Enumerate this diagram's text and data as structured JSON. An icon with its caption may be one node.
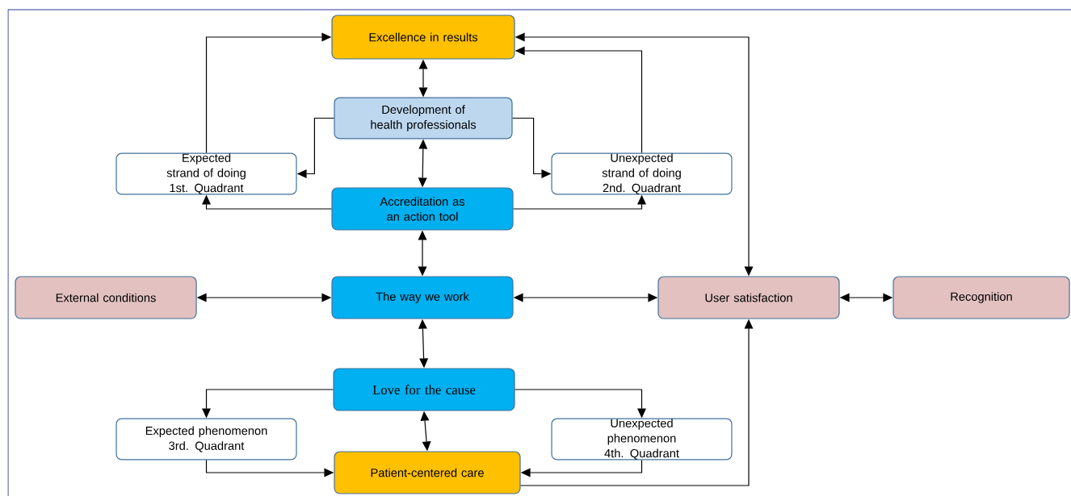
{
  "diagram": {
    "nodes": [
      {
        "text": [
          "Excellence in results"
        ]
      },
      {
        "text": [
          "Development of health professionals"
        ]
      },
      {
        "text": [
          "Expected strand of doing",
          "1st. Quadrant"
        ]
      },
      {
        "text": [
          "Unexpected strand of doing",
          "2nd. Quadrant"
        ]
      },
      {
        "text": [
          "Accreditation as an action tool"
        ]
      },
      {
        "text": [
          "External conditions"
        ]
      },
      {
        "text": [
          "The way we work"
        ]
      },
      {
        "text": [
          "User satisfaction"
        ]
      },
      {
        "text": [
          "Recognition"
        ]
      },
      {
        "text": [
          "Love for the cause"
        ]
      },
      {
        "text": [
          "Expected phenomenon",
          "3rd. Quadrant"
        ]
      },
      {
        "text": [
          "Unexpected phenomenon",
          "4th. Quadrant"
        ]
      },
      {
        "text": [
          "Patient-centered care"
        ]
      }
    ],
    "edges": [
      {
        "from": 2,
        "to": 0,
        "arrow": "to"
      },
      {
        "from": 3,
        "to": 0,
        "arrow": "to"
      },
      {
        "from": 7,
        "to": 0,
        "arrow": "both"
      },
      {
        "from": 0,
        "to": 1,
        "arrow": "both"
      },
      {
        "from": 1,
        "to": 2,
        "arrow": "to"
      },
      {
        "from": 1,
        "to": 3,
        "arrow": "to"
      },
      {
        "from": 1,
        "to": 4,
        "arrow": "both"
      },
      {
        "from": 4,
        "to": 2,
        "arrow": "to"
      },
      {
        "from": 4,
        "to": 3,
        "arrow": "to"
      },
      {
        "from": 4,
        "to": 6,
        "arrow": "both"
      },
      {
        "from": 5,
        "to": 6,
        "arrow": "both"
      },
      {
        "from": 6,
        "to": 7,
        "arrow": "both"
      },
      {
        "from": 7,
        "to": 8,
        "arrow": "both"
      },
      {
        "from": 6,
        "to": 9,
        "arrow": "both"
      },
      {
        "from": 9,
        "to": 10,
        "arrow": "to"
      },
      {
        "from": 9,
        "to": 11,
        "arrow": "to"
      },
      {
        "from": 9,
        "to": 12,
        "arrow": "both"
      },
      {
        "from": 10,
        "to": 12,
        "arrow": "to"
      },
      {
        "from": 11,
        "to": 12,
        "arrow": "to"
      },
      {
        "from": 12,
        "to": 7,
        "arrow": "to"
      }
    ]
  }
}
